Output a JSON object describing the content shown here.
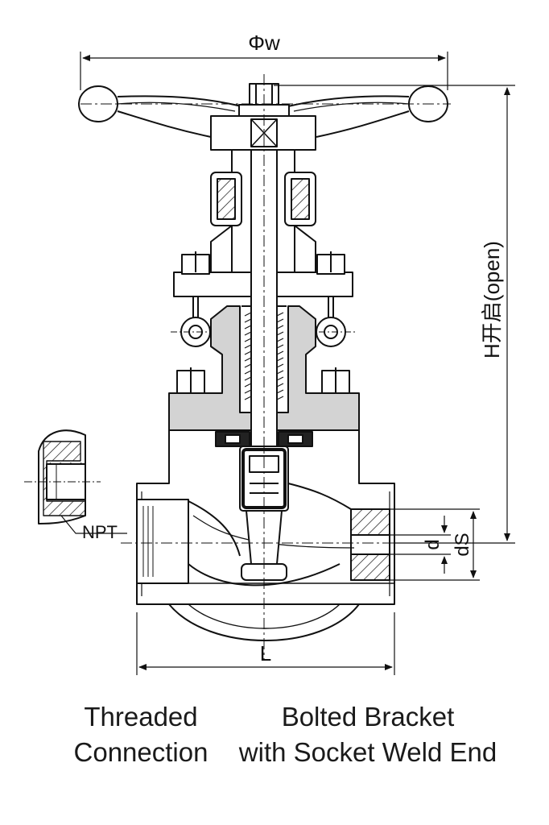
{
  "dimensions": {
    "handwheel_diameter": "Φw",
    "height_open": "H开启(open)",
    "length": "L",
    "bore": "d",
    "socket": "dS",
    "thread": "NPT"
  },
  "captions": {
    "left_line1": "Threaded",
    "left_line2": "Connection",
    "right_line1": "Bolted Bracket",
    "right_line2": "with Socket Weld End"
  },
  "colors": {
    "line": "#111111",
    "bonnet_fill": "#d3d3d3",
    "hatch": "#111111"
  }
}
